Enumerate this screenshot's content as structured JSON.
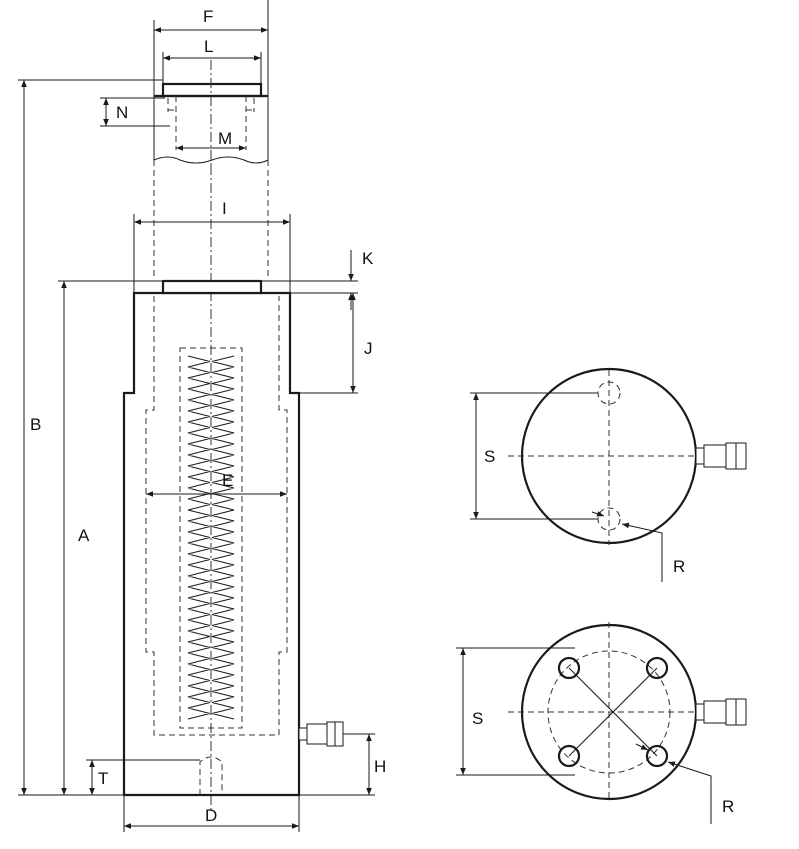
{
  "colors": {
    "line": "#1a1a1a",
    "background": "#ffffff"
  },
  "labels": {
    "A": "A",
    "B": "B",
    "D": "D",
    "E": "E",
    "F": "F",
    "H": "H",
    "I": "I",
    "J": "J",
    "K": "K",
    "L": "L",
    "M": "M",
    "N": "N",
    "S_top": "S",
    "S_bottom": "S",
    "R_top": "R",
    "R_bottom": "R",
    "T": "T"
  }
}
